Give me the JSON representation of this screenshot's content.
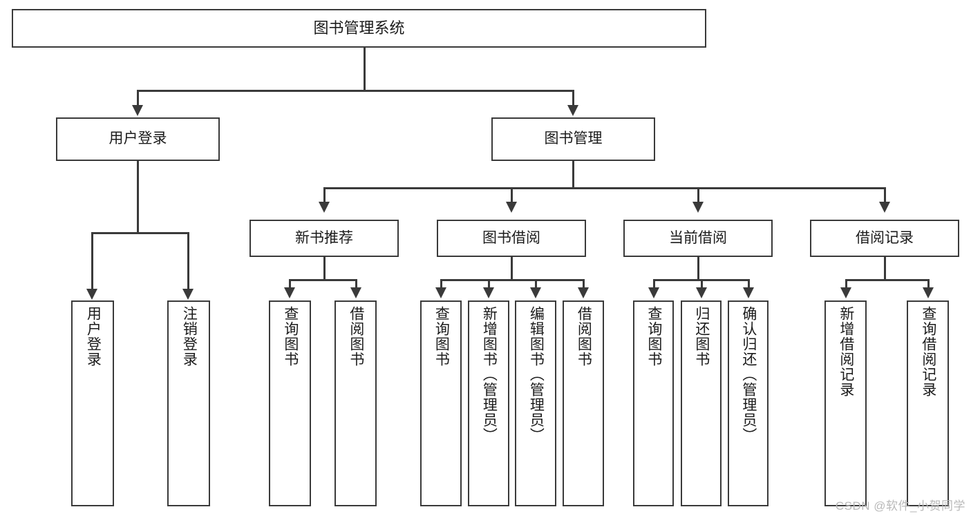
{
  "diagram": {
    "title": "图书管理系统",
    "type": "tree-hierarchy-diagram",
    "root": {
      "label": "图书管理系统"
    },
    "level2": [
      {
        "label": "用户登录"
      },
      {
        "label": "图书管理"
      }
    ],
    "level3": [
      {
        "label": "新书推荐"
      },
      {
        "label": "图书借阅"
      },
      {
        "label": "当前借阅"
      },
      {
        "label": "借阅记录"
      }
    ],
    "leaves": [
      {
        "label": "用户登录"
      },
      {
        "label": "注销登录"
      },
      {
        "label": "查询图书"
      },
      {
        "label": "借阅图书"
      },
      {
        "label": "查询图书"
      },
      {
        "label": "新增图书（管理员）"
      },
      {
        "label": "编辑图书（管理员）"
      },
      {
        "label": "借阅图书"
      },
      {
        "label": "查询图书"
      },
      {
        "label": "归还图书"
      },
      {
        "label": "确认归还（管理员）"
      },
      {
        "label": "新增借阅记录"
      },
      {
        "label": "查询借阅记录"
      }
    ],
    "watermark": "CSDN @软件_小贺同学",
    "colors": {
      "stroke": "#3a3a3a",
      "fill": "#ffffff",
      "text": "#1b1b1b",
      "watermark": "#b9b9b9"
    }
  }
}
